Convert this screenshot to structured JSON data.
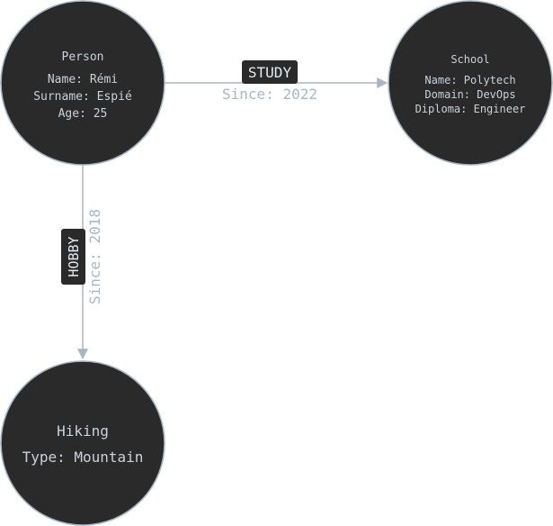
{
  "diagram": {
    "nodes": {
      "person": {
        "title": "Person",
        "lines": [
          "Name: Rémi",
          "Surname: Espié",
          "Age: 25"
        ]
      },
      "school": {
        "title": "School",
        "lines": [
          "Name: Polytech",
          "Domain: DevOps",
          "Diploma: Engineer"
        ]
      },
      "hiking": {
        "title": "Hiking",
        "lines": [
          "Type: Mountain"
        ]
      }
    },
    "edges": {
      "study": {
        "label": "STUDY",
        "property": "Since: 2022"
      },
      "hobby": {
        "label": "HOBBY",
        "property": "Since: 2018"
      }
    }
  },
  "colors": {
    "node_fill": "#2a2a2a",
    "stroke": "#a9b6c4",
    "text": "#c9d1da"
  }
}
